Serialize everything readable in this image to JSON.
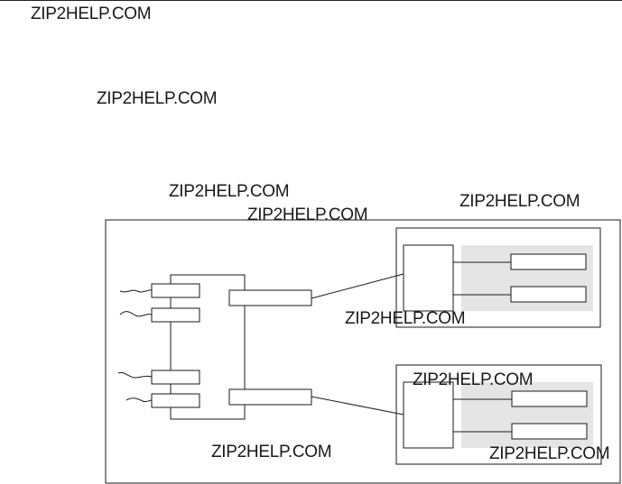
{
  "watermarks": [
    {
      "text": "ZIP2HELP.COM"
    },
    {
      "text": "ZIP2HELP.COM"
    },
    {
      "text": "ZIP2HELP.COM"
    },
    {
      "text": "ZIP2HELP.COM"
    },
    {
      "text": "ZIP2HELP.COM"
    },
    {
      "text": "ZIP2HELP.COM"
    },
    {
      "text": "ZIP2HELP.COM"
    },
    {
      "text": "ZIP2HELP.COM"
    },
    {
      "text": "ZIP2HELP.COM"
    }
  ],
  "colors": {
    "line": "#1a1a1a",
    "shaded_region": "#e5e5e5",
    "background": "#ffffff"
  }
}
